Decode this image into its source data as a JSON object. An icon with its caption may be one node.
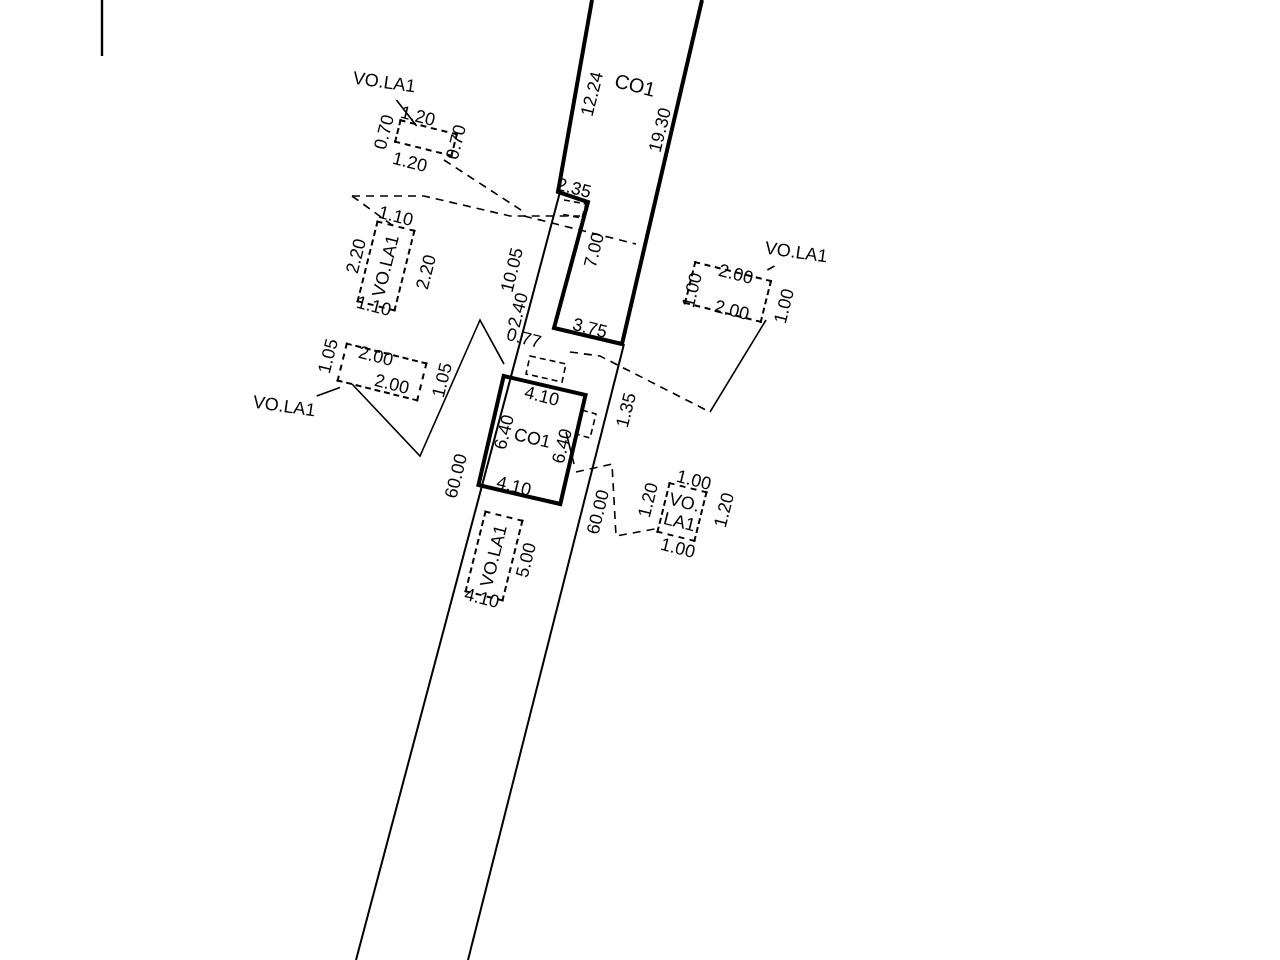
{
  "diagram": {
    "nodes": [
      {
        "text": [
          "CO1"
        ]
      },
      {
        "text": [
          "CO1"
        ]
      },
      {
        "text": [],
        "shape": "box"
      },
      {
        "text": [
          "VO.LA1"
        ]
      },
      {
        "text": [
          "VO.LA1"
        ]
      },
      {
        "text": [],
        "shape": "box"
      },
      {
        "text": [
          "VO.LA1"
        ]
      },
      {
        "text": [],
        "shape": "box"
      },
      {
        "text": [
          "VO.LA1"
        ]
      },
      {
        "text": [
          "VO.LA1"
        ]
      },
      {
        "text": [
          "VO.LA1"
        ]
      }
    ],
    "edges": [
      {
        "from": 3,
        "to": 2,
        "arrow": "none"
      },
      {
        "from": 6,
        "to": 5,
        "arrow": "none"
      },
      {
        "from": 8,
        "to": 7,
        "arrow": "none"
      }
    ],
    "labels": [
      "12.24",
      "1.20",
      "0.70",
      "0.70",
      "1.20",
      "19.30",
      "2.35",
      "1.10",
      "2.20",
      "2.20",
      "7.00",
      "1.10",
      "10.05",
      "2.40",
      "1.00",
      "2.00",
      "2.00",
      "1.00",
      "0.77",
      "3.75",
      "1.05",
      "2.00",
      "2.00",
      "1.05",
      "4.10",
      "1.35",
      "6.40",
      "6.40",
      "4.10",
      "60.00",
      "1.00",
      "1.20",
      "1.20",
      "60.00",
      "1.00",
      "5.00",
      "4.10"
    ]
  }
}
